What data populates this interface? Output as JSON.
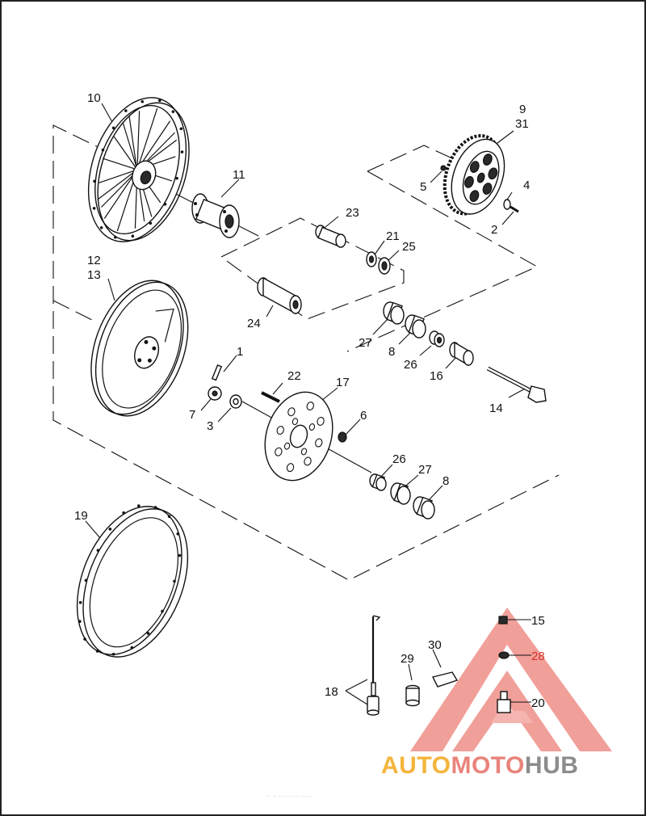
{
  "callouts": [
    {
      "id": "c10",
      "text": "10"
    },
    {
      "id": "c11",
      "text": "11"
    },
    {
      "id": "c9",
      "text": "9"
    },
    {
      "id": "c31",
      "text": "31"
    },
    {
      "id": "c5",
      "text": "5"
    },
    {
      "id": "c4",
      "text": "4"
    },
    {
      "id": "c2",
      "text": "2"
    },
    {
      "id": "c23",
      "text": "23"
    },
    {
      "id": "c21",
      "text": "21"
    },
    {
      "id": "c25",
      "text": "25"
    },
    {
      "id": "c12",
      "text": "12"
    },
    {
      "id": "c13",
      "text": "13"
    },
    {
      "id": "c24",
      "text": "24"
    },
    {
      "id": "c27a",
      "text": "27"
    },
    {
      "id": "c8a",
      "text": "8"
    },
    {
      "id": "c26a",
      "text": "26"
    },
    {
      "id": "c16",
      "text": "16"
    },
    {
      "id": "c14",
      "text": "14"
    },
    {
      "id": "c1",
      "text": "1"
    },
    {
      "id": "c22",
      "text": "22"
    },
    {
      "id": "c17",
      "text": "17"
    },
    {
      "id": "c7",
      "text": "7"
    },
    {
      "id": "c3",
      "text": "3"
    },
    {
      "id": "c6",
      "text": "6"
    },
    {
      "id": "c26b",
      "text": "26"
    },
    {
      "id": "c27b",
      "text": "27"
    },
    {
      "id": "c8b",
      "text": "8"
    },
    {
      "id": "c19",
      "text": "19"
    },
    {
      "id": "c15",
      "text": "15"
    },
    {
      "id": "c30",
      "text": "30"
    },
    {
      "id": "c29",
      "text": "29"
    },
    {
      "id": "c28",
      "text": "28"
    },
    {
      "id": "c18",
      "text": "18"
    },
    {
      "id": "c20",
      "text": "20"
    }
  ],
  "watermark": {
    "part1": "AUTO",
    "part2": "MOTO",
    "part3": "HUB",
    "color_orange": "#f4b43c",
    "color_red": "#e9837b",
    "color_gray": "#8c8c8c"
  },
  "colors": {
    "line": "#111111",
    "background": "#ffffff",
    "accent_red": "#d8322c"
  }
}
